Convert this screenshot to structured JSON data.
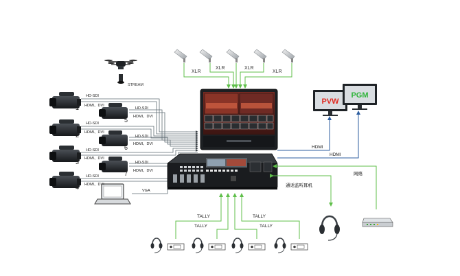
{
  "labels": {
    "xlr": "XLR",
    "stream": "STREAM",
    "hdsdi": "HD-SDI",
    "hdmi_dvi": "HDMI、DVI",
    "vga": "VGA",
    "hdmi": "HDMI",
    "tally": "TALLY",
    "intercom": "通话监听耳机",
    "network": "网络"
  },
  "monitors": {
    "pvw": "PVW",
    "pgm": "PGM"
  },
  "cameras": [
    "1",
    "2",
    "3",
    "4",
    "5",
    "6",
    "7"
  ],
  "colors": {
    "line_gray": "#5f6b73",
    "line_blue": "#2c5d9f",
    "line_green": "#5fbf4a",
    "pvw_red": "#e02a20",
    "pgm_green": "#2fb43a",
    "tally_green": "#3aa635"
  }
}
